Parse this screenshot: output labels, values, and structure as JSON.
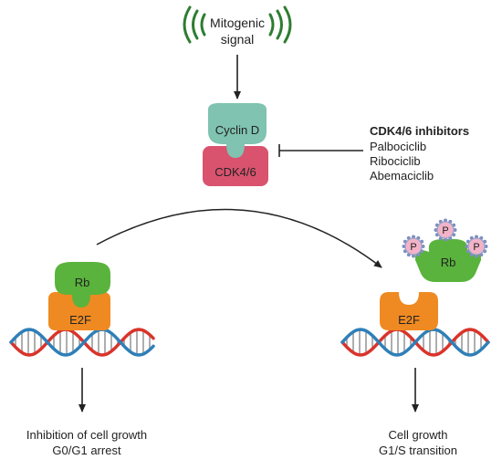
{
  "signal": {
    "line1": "Mitogenic",
    "line2": "signal"
  },
  "complex": {
    "cyclin": "Cyclin D",
    "cdk": "CDK4/6"
  },
  "inhibitors": {
    "title": "CDK4/6 inhibitors",
    "items": [
      "Palbociclib",
      "Ribociclib",
      "Abemaciclib"
    ]
  },
  "left": {
    "rb": "Rb",
    "e2f": "E2F",
    "outcome_line1": "Inhibition of cell growth",
    "outcome_line2": "G0/G1 arrest"
  },
  "right": {
    "rb": "Rb",
    "phospho": [
      "P",
      "P",
      "P"
    ],
    "e2f": "E2F",
    "outcome_line1": "Cell growth",
    "outcome_line2": "G1/S transition"
  },
  "colors": {
    "signal_wave": "#2e7d32",
    "cyclin": "#7fc3b0",
    "cdk": "#d9536f",
    "rb": "#5ab33c",
    "e2f": "#ef8a22",
    "dna_red": "#d9342b",
    "dna_blue": "#2f7fb8",
    "phospho": "#f2b3c8"
  }
}
